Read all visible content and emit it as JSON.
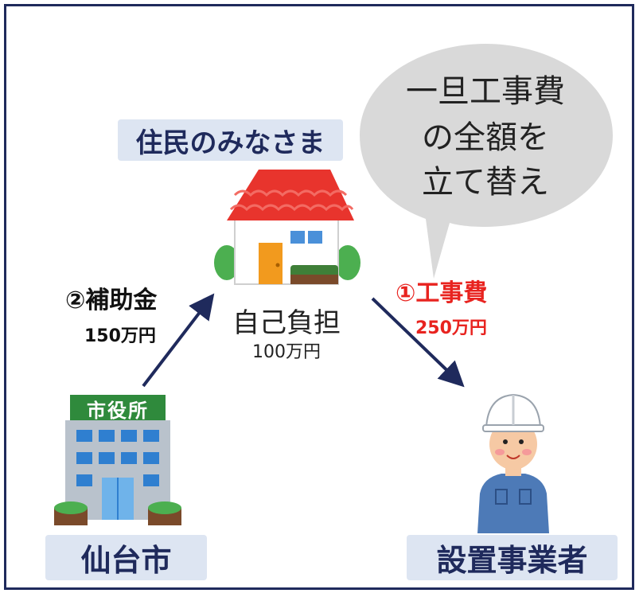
{
  "labels": {
    "residents": "住民のみなさま",
    "city": "仙台市",
    "installer": "設置事業者"
  },
  "speech_bubble": {
    "line1": "一旦工事費",
    "line2": "の全額を",
    "line3": "立て替え"
  },
  "city_hall_sign": "市役所",
  "subsidy": {
    "title": "②補助金",
    "amount": "150万円"
  },
  "construction": {
    "title": "①工事費",
    "amount": "250万円"
  },
  "self_pay": {
    "title": "自己負担",
    "amount": "100万円"
  },
  "colors": {
    "navy": "#1f2a5c",
    "label_bg": "#dde5f2",
    "accent_red": "#e8231f",
    "bubble": "#d9d9d9",
    "roof": "#e8342d",
    "building_green": "#2f8a3c"
  }
}
